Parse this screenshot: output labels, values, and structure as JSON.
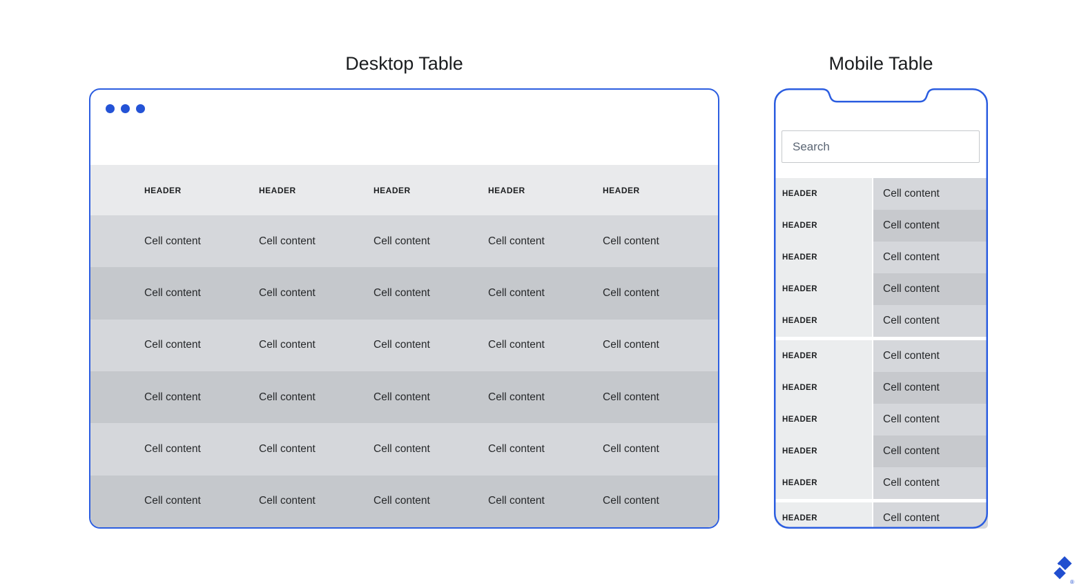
{
  "desktop_section": {
    "title": "Desktop Table",
    "window": {
      "accent_color": "#2b5de0",
      "dots_icon": "window-control-dots",
      "header_bg": "#e9eaec",
      "row_color_light": "#d5d7db",
      "row_color_dark": "#c5c8cc",
      "header_labels": [
        "HEADER",
        "HEADER",
        "HEADER",
        "HEADER",
        "HEADER"
      ],
      "rows": [
        [
          "Cell content",
          "Cell content",
          "Cell content",
          "Cell content",
          "Cell content"
        ],
        [
          "Cell content",
          "Cell content",
          "Cell content",
          "Cell content",
          "Cell content"
        ],
        [
          "Cell content",
          "Cell content",
          "Cell content",
          "Cell content",
          "Cell content"
        ],
        [
          "Cell content",
          "Cell content",
          "Cell content",
          "Cell content",
          "Cell content"
        ],
        [
          "Cell content",
          "Cell content",
          "Cell content",
          "Cell content",
          "Cell content"
        ],
        [
          "Cell content",
          "Cell content",
          "Cell content",
          "Cell content",
          "Cell content"
        ]
      ]
    }
  },
  "mobile_section": {
    "title": "Mobile Table",
    "phone": {
      "accent_color": "#2b5de0",
      "search": {
        "placeholder": "Search"
      },
      "header_col_bg": "#ebedee",
      "cell_color_light": "#d5d7db",
      "cell_color_dark": "#c7c9cd",
      "groups": [
        {
          "rows": [
            {
              "header": "HEADER",
              "value": "Cell content"
            },
            {
              "header": "HEADER",
              "value": "Cell content"
            },
            {
              "header": "HEADER",
              "value": "Cell content"
            },
            {
              "header": "HEADER",
              "value": "Cell content"
            },
            {
              "header": "HEADER",
              "value": "Cell content"
            }
          ]
        },
        {
          "rows": [
            {
              "header": "HEADER",
              "value": "Cell content"
            },
            {
              "header": "HEADER",
              "value": "Cell content"
            },
            {
              "header": "HEADER",
              "value": "Cell content"
            },
            {
              "header": "HEADER",
              "value": "Cell content"
            },
            {
              "header": "HEADER",
              "value": "Cell content"
            }
          ]
        },
        {
          "rows": [
            {
              "header": "HEADER",
              "value": "Cell content"
            }
          ]
        }
      ]
    }
  },
  "branding": {
    "logo_icon": "toptal-logo",
    "logo_color": "#204ecf",
    "registered_mark": "®"
  }
}
